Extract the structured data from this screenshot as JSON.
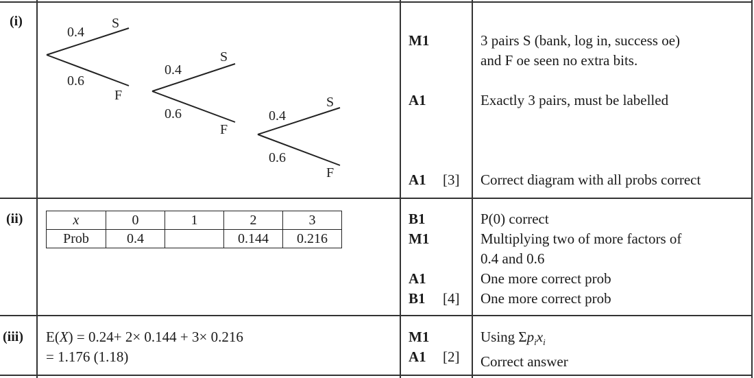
{
  "parts": [
    {
      "label": "(i)",
      "tree": {
        "stages": [
          {
            "p_success": "0.4",
            "p_fail": "0.6",
            "success_label": "S",
            "fail_label": "F"
          },
          {
            "p_success": "0.4",
            "p_fail": "0.6",
            "success_label": "S",
            "fail_label": "F"
          },
          {
            "p_success": "0.4",
            "p_fail": "0.6",
            "success_label": "S",
            "fail_label": "F"
          }
        ]
      },
      "marks": [
        {
          "code": "M1",
          "total": "",
          "guidance": [
            "3 pairs S (bank, log in, success oe)",
            "and F oe seen no extra bits."
          ]
        },
        {
          "code": "A1",
          "total": "",
          "guidance": [
            "Exactly 3 pairs, must be labelled"
          ]
        },
        {
          "code": "A1",
          "total": "[3]",
          "guidance": [
            "Correct diagram with all probs correct"
          ]
        }
      ]
    },
    {
      "label": "(ii)",
      "table": {
        "header": [
          "x",
          "0",
          "1",
          "2",
          "3"
        ],
        "row": [
          "Prob",
          "0.4",
          "",
          "0.144",
          "0.216"
        ]
      },
      "marks": [
        {
          "code": "B1",
          "total": "",
          "guidance": [
            "P(0) correct"
          ]
        },
        {
          "code": "M1",
          "total": "",
          "guidance": [
            "Multiplying two of more factors of",
            "0.4 and 0.6"
          ]
        },
        {
          "code": "A1",
          "total": "",
          "guidance": [
            "One more correct prob"
          ]
        },
        {
          "code": "B1",
          "total": "[4]",
          "guidance": [
            "One more correct prob"
          ]
        }
      ]
    },
    {
      "label": "(iii)",
      "working": {
        "line1_prefix": "E(",
        "line1_var": "X",
        "line1_rest": ") = 0.24+ 2× 0.144 + 3× 0.216",
        "line2": "= 1.176 (1.18)"
      },
      "marks": [
        {
          "code": "M1",
          "total": "",
          "guidance_prefix": "Using Σ",
          "guidance_p": "p",
          "guidance_i1": "i",
          "guidance_x": "x",
          "guidance_i2": "i"
        },
        {
          "code": "A1",
          "total": "[2]",
          "guidance": [
            "Correct answer"
          ]
        }
      ]
    }
  ]
}
